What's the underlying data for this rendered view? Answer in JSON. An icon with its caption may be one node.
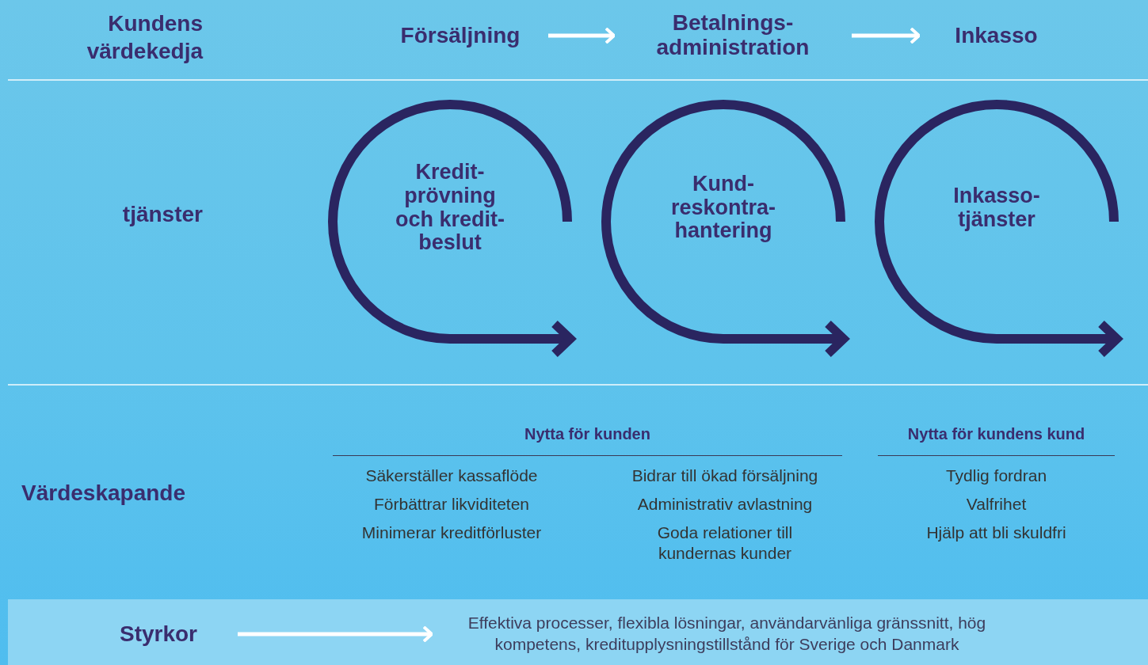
{
  "diagram": {
    "nodes": [
      {
        "text": [
          "Försäljning"
        ]
      },
      {
        "text": [
          "Betalnings- administration"
        ]
      },
      {
        "text": [
          "Inkasso"
        ]
      },
      {
        "text": [
          "Kredit- prövning och kredit- beslut"
        ]
      },
      {
        "text": [
          "Kund- reskontra- hantering"
        ]
      },
      {
        "text": [
          "Inkasso- tjänster"
        ]
      },
      {
        "text": [
          "Styrkor"
        ]
      },
      {
        "text": [
          "Effektiva processer, flexibla lösningar, användarvänliga gränssnitt, hög kompetens, kreditupplysningstillstånd för Sverige och Danmark"
        ]
      }
    ],
    "edges": [
      {
        "from": 0,
        "to": 1,
        "arrow": "to"
      },
      {
        "from": 1,
        "to": 2,
        "arrow": "to"
      },
      {
        "from": 6,
        "to": 7,
        "arrow": "to"
      }
    ],
    "labels": [
      "Kundens värdekedja",
      "tjänster",
      "Värdeskapande",
      "Nytta för kunden",
      "Nytta för kundens kund",
      "Säkerställer kassaflöde",
      "Bidrar till ökad försäljning",
      "Tydlig fordran",
      "Förbättrar likviditeten",
      "Administrativ avlastning",
      "Valfrihet",
      "Minimerar kreditförluster",
      "Goda relationer till kundernas kunder",
      "Hjälp att bli skuldfri"
    ]
  }
}
